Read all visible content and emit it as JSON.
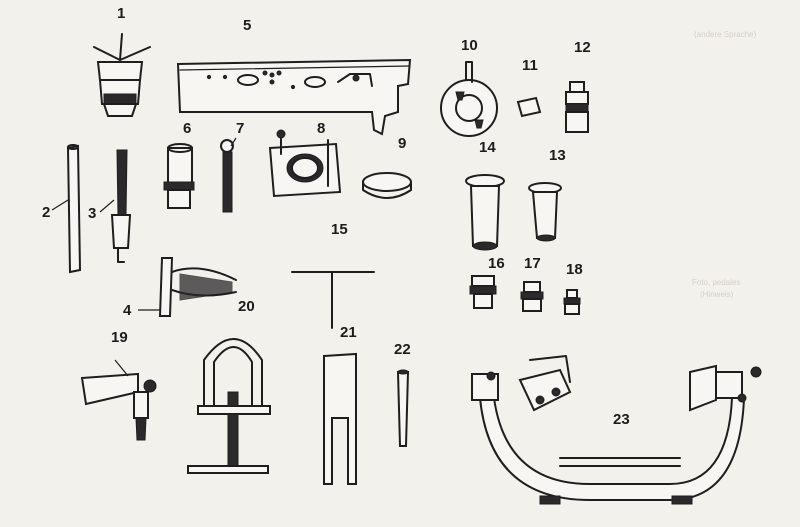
{
  "background_text": {
    "line1": "(andere Sprache)",
    "line2": "Foto, pedales",
    "line3": "(Hinweis)"
  },
  "parts": [
    {
      "id": "1"
    },
    {
      "id": "2"
    },
    {
      "id": "3"
    },
    {
      "id": "4"
    },
    {
      "id": "5"
    },
    {
      "id": "6"
    },
    {
      "id": "7"
    },
    {
      "id": "8"
    },
    {
      "id": "9"
    },
    {
      "id": "10"
    },
    {
      "id": "11"
    },
    {
      "id": "12"
    },
    {
      "id": "13"
    },
    {
      "id": "14"
    },
    {
      "id": "15"
    },
    {
      "id": "16"
    },
    {
      "id": "17"
    },
    {
      "id": "18"
    },
    {
      "id": "19"
    },
    {
      "id": "20"
    },
    {
      "id": "21"
    },
    {
      "id": "22"
    },
    {
      "id": "23"
    }
  ],
  "colors": {
    "ink": "#1e1e1e",
    "paper": "#f3f1ec"
  }
}
